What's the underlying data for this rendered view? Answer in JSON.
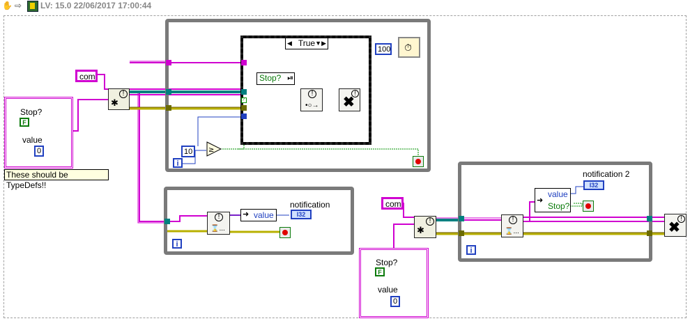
{
  "toolbar": {
    "title": "LV: 15.0 22/06/2017 17:00:44",
    "icons": [
      "hand-icon",
      "arrow-icon",
      "labview-icon"
    ]
  },
  "main": {
    "com_constant_1": "com",
    "com_constant_2": "com",
    "note": "These should be TypeDefs!!",
    "cluster_1": {
      "stop_label": "Stop?",
      "stop_value": "F",
      "value_label": "value",
      "value_value": "0"
    },
    "cluster_2": {
      "stop_label": "Stop?",
      "stop_value": "F",
      "value_label": "value",
      "value_value": "0"
    },
    "case_selector": "True",
    "wait_ms": "100",
    "iteration_threshold": "10",
    "iteration_terminal": "i",
    "bundle_stop_label": "Stop?",
    "loop2_value_label": "value",
    "loop2_indicator_label": "notification",
    "loop3_value_label": "value",
    "loop3_stop_label": "Stop?",
    "loop3_indicator_label": "notification 2",
    "indicator_type": "I32"
  },
  "colors": {
    "cluster_wire": "#d000d0",
    "refnum_wire": "#008080",
    "error_wire": "#b8b000",
    "bool_wire": "#009000",
    "int_wire": "#2040c0",
    "loop_border": "#7a7a7a"
  }
}
